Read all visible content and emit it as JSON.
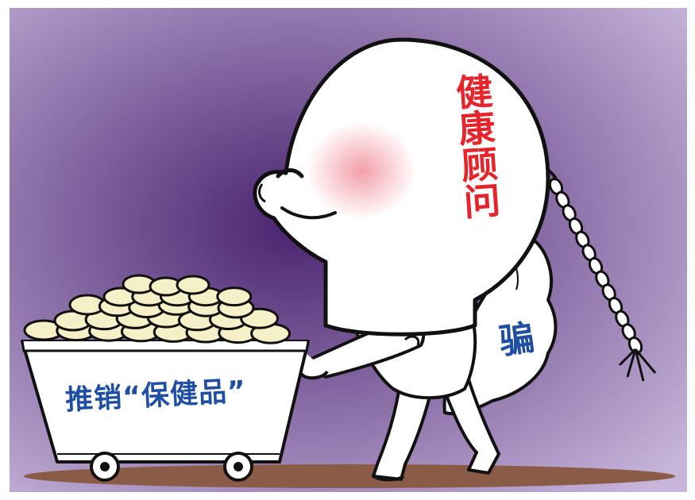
{
  "labels": {
    "head": "健康顾问",
    "tail": "骗",
    "cart": "推销“保健品”"
  },
  "colors": {
    "background_outer": "#c7b5da",
    "background_inner": "#4a2470",
    "head_text": "#e5242b",
    "tail_text": "#1f4fa3",
    "cart_text": "#1f4fa3",
    "outline": "#111111",
    "ground": "#8a5c48",
    "cheek": "#f29aa6",
    "goods": "#f6f0c8",
    "neck_hole": "#cfe4f4"
  },
  "icons": {
    "character": "wolf-character",
    "cart": "cart",
    "goods": "pills-pile",
    "tail": "wolf-tail",
    "braid": "braid"
  }
}
